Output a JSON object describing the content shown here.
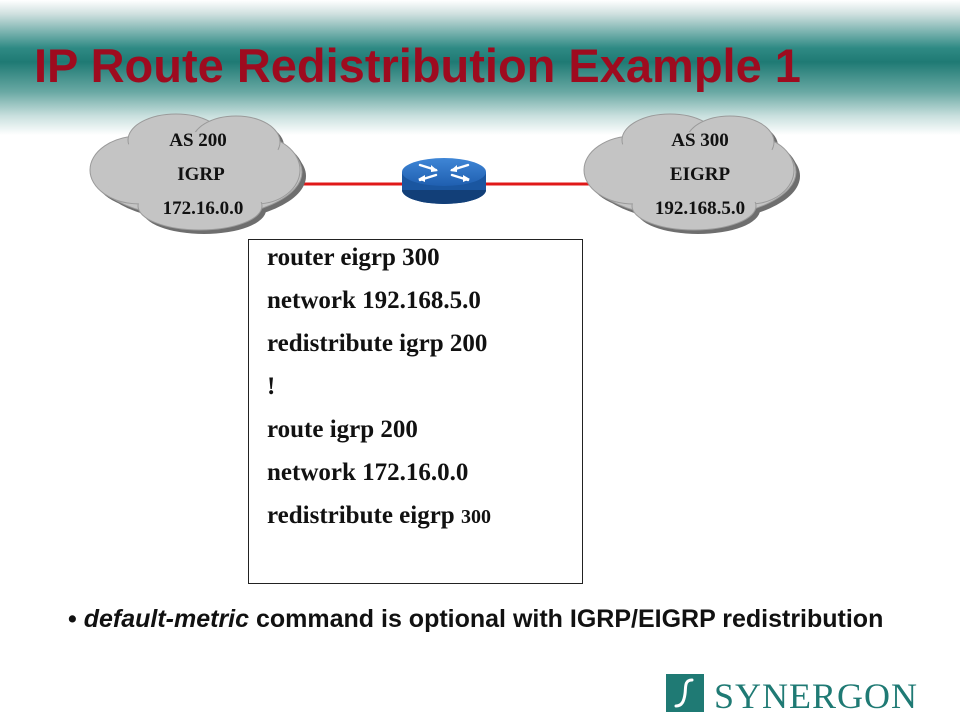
{
  "title": "IP Route Redistribution Example 1",
  "diagram": {
    "left_cloud": {
      "as": "AS 200",
      "protocol": "IGRP",
      "network": "172.16.0.0"
    },
    "right_cloud": {
      "as": "AS 300",
      "protocol": "EIGRP",
      "network": "192.168.5.0"
    },
    "link_color": "#e01818",
    "router_color": "#1f5fb0"
  },
  "config": {
    "lines": [
      {
        "text": "router eigrp 300"
      },
      {
        "text": "network 192.168.5.0"
      },
      {
        "text": "redistribute igrp 200"
      },
      {
        "text": "!"
      },
      {
        "text": "route igrp 200"
      },
      {
        "text": "network 172.16.0.0"
      },
      {
        "text": "redistribute eigrp ",
        "suffix": "300"
      }
    ]
  },
  "bullet": {
    "marker": "•",
    "emphasis": "default-metric",
    "rest": " command is optional with IGRP/EIGRP redistribution"
  },
  "logo": {
    "text": "SYNERGON",
    "accent": "#1f7a74"
  },
  "colors": {
    "title": "#9e0b1f",
    "band": "#2f8a84"
  }
}
